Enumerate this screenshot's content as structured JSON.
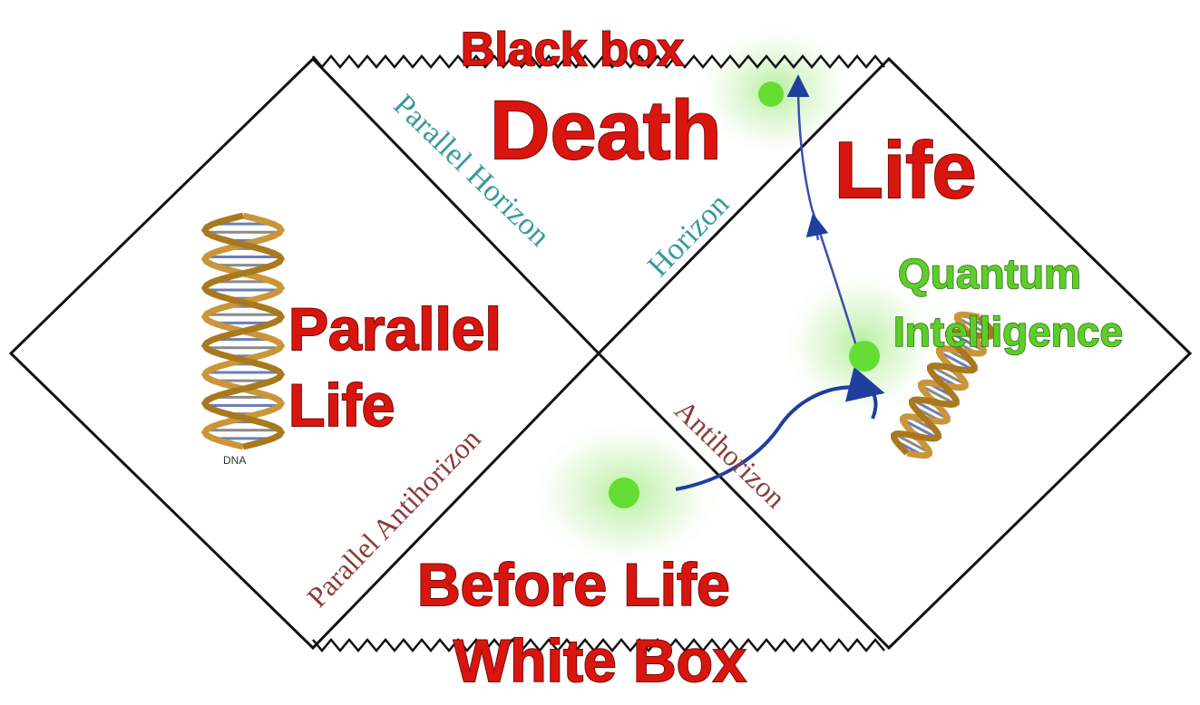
{
  "labels": {
    "black_box": "Black box",
    "death": "Death",
    "life": "Life",
    "quantum_line1": "Quantum",
    "quantum_line2": "Intelligence",
    "parallel_line1": "Parallel",
    "parallel_line2": "Life",
    "before_life": "Before Life",
    "white_box": "White Box",
    "parallel_horizon": "Parallel Horizon",
    "horizon": "Horizon",
    "parallel_antihorizon": "Parallel Antihorizon",
    "antihorizon": "Antihorizon",
    "dna": "DNA"
  },
  "colors": {
    "title_red": "#d8150f",
    "quantum_green": "#5ccd2a",
    "node_green": "#66dd33",
    "path_blue": "#1f3f9f",
    "horizon_teal": "#3a9a9a",
    "antihorizon_maroon": "#8c3a3a"
  }
}
